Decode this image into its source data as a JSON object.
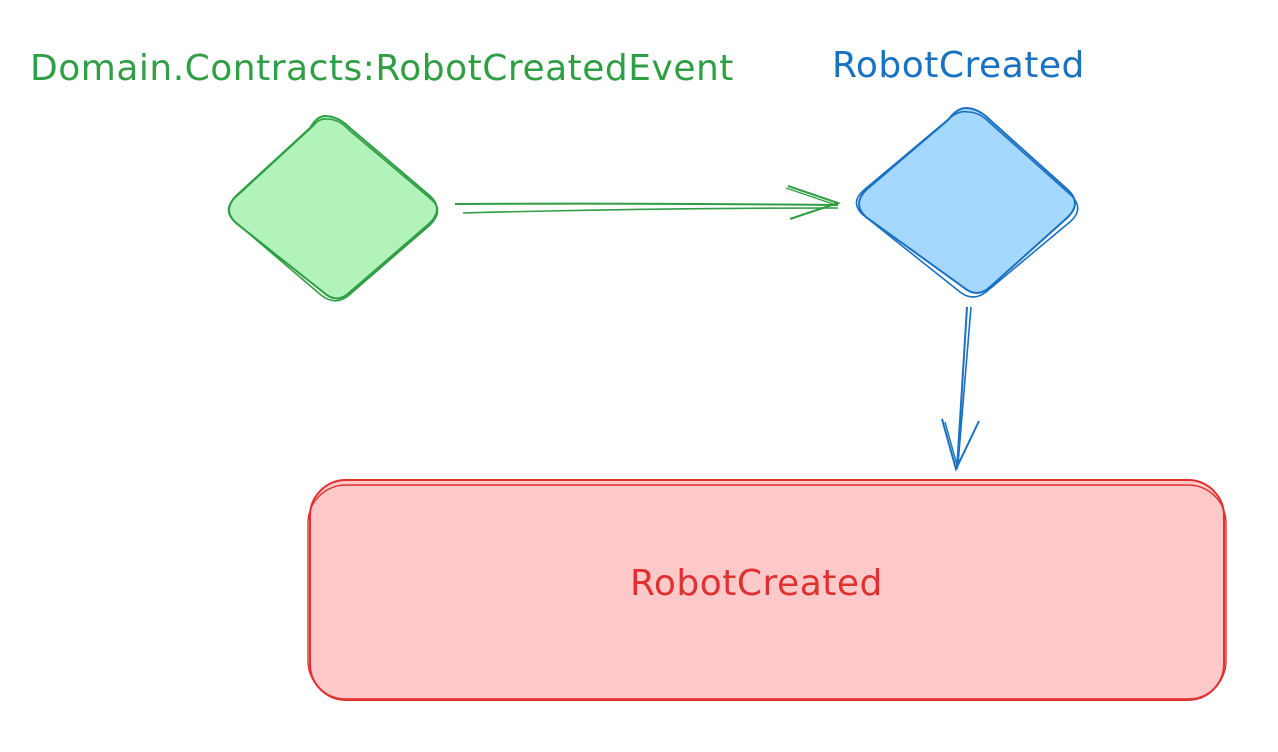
{
  "diagram": {
    "nodes": {
      "source_event": {
        "label": "Domain.Contracts:RobotCreatedEvent",
        "shape": "diamond",
        "stroke": "#2f9e44",
        "fill": "#b2f2bb"
      },
      "handler": {
        "label": "RobotCreated",
        "shape": "diamond",
        "stroke": "#1971c2",
        "fill": "#a5d8ff"
      },
      "target": {
        "label": "RobotCreated",
        "shape": "rounded-rectangle",
        "stroke": "#e03131",
        "fill": "#ffc9c9"
      }
    },
    "edges": [
      {
        "from": "source_event",
        "to": "handler",
        "color": "#2f9e44"
      },
      {
        "from": "handler",
        "to": "target",
        "color": "#1971c2"
      }
    ]
  }
}
